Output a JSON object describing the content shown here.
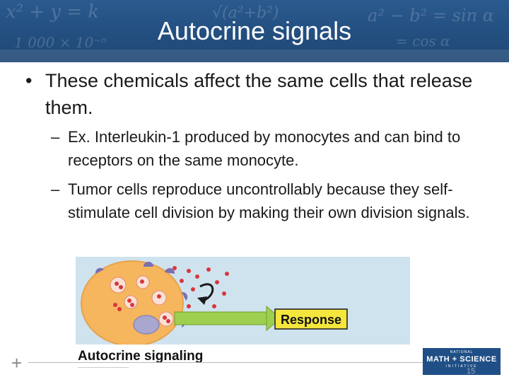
{
  "slide": {
    "title": "Autocrine signals"
  },
  "bullets": {
    "main_marker": "•",
    "main_text": "These chemicals affect the same cells that release them.",
    "sub_marker": "–",
    "sub_items": [
      "Ex. Interleukin-1 produced by monocytes and can bind to receptors on the same monocyte.",
      "Tumor cells reproduce uncontrollably because they self-stimulate cell division by making their own division signals."
    ]
  },
  "figure": {
    "response_label": "Response",
    "caption": "Autocrine signaling",
    "colors": {
      "background": "#cfe3ef",
      "cell_fill": "#f6b65e",
      "nucleus": "#a9a6cf",
      "signal": "#d9363e",
      "receptor": "#7b6fb1",
      "arrow": "#9ecf4f",
      "response_box": "#f4e63d"
    }
  },
  "footer": {
    "logo_top": "NATIONAL",
    "logo_main": "MATH + SCIENCE",
    "logo_bottom": "INITIATIVE",
    "page_number": "15"
  },
  "theme": {
    "header_color": "#234f80"
  }
}
